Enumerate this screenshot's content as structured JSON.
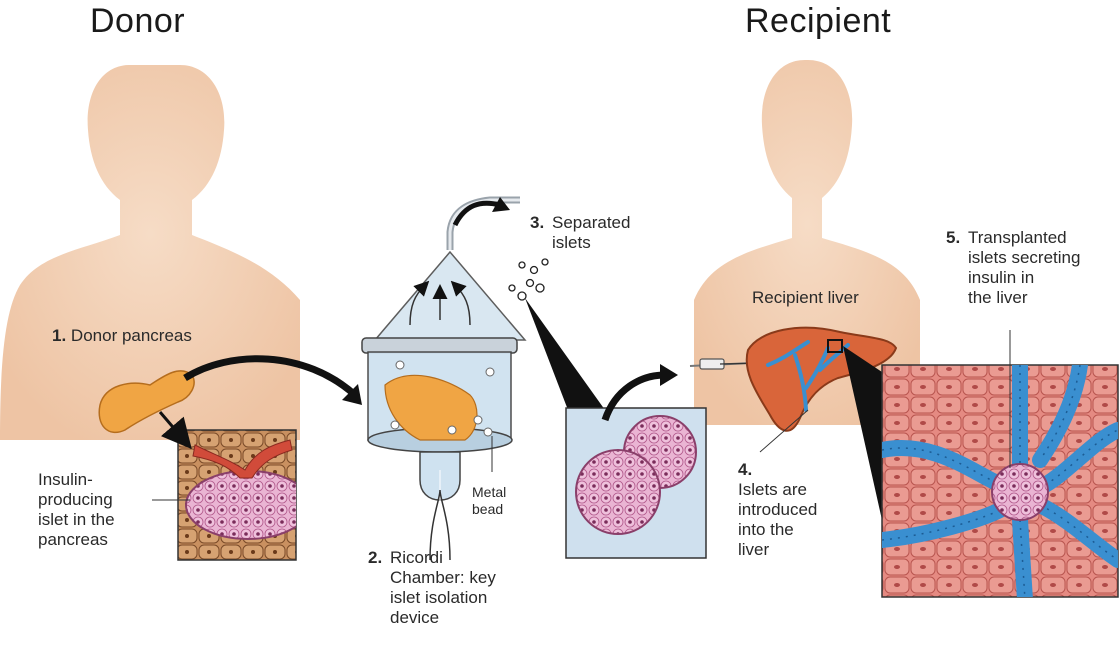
{
  "titles": {
    "donor": "Donor",
    "recipient": "Recipient"
  },
  "steps": [
    {
      "number": "1.",
      "text": "Donor pancreas"
    },
    {
      "number": "2.",
      "text": "Ricordi\nChamber: key\nislet isolation\ndevice"
    },
    {
      "number": "3.",
      "text": "Separated\nislets"
    },
    {
      "number": "4.",
      "text": "Islets are\nintroduced\ninto the\nliver"
    },
    {
      "number": "5.",
      "text": "Transplanted\nislets secreting\ninsulin in\nthe liver"
    }
  ],
  "labels": {
    "islet_in_pancreas": "Insulin-\nproducing\nislet in the\npancreas",
    "metal_bead": "Metal\nbead",
    "recipient_liver": "Recipient liver"
  },
  "colors": {
    "skin": "#f3cfb3",
    "pancreas": "#f0a544",
    "liver": "#d9653a",
    "vessel_blue": "#3a8fd0",
    "islet_pink": "#e6a6c8",
    "tissue_red": "#e07d76",
    "arrow": "#111111"
  }
}
